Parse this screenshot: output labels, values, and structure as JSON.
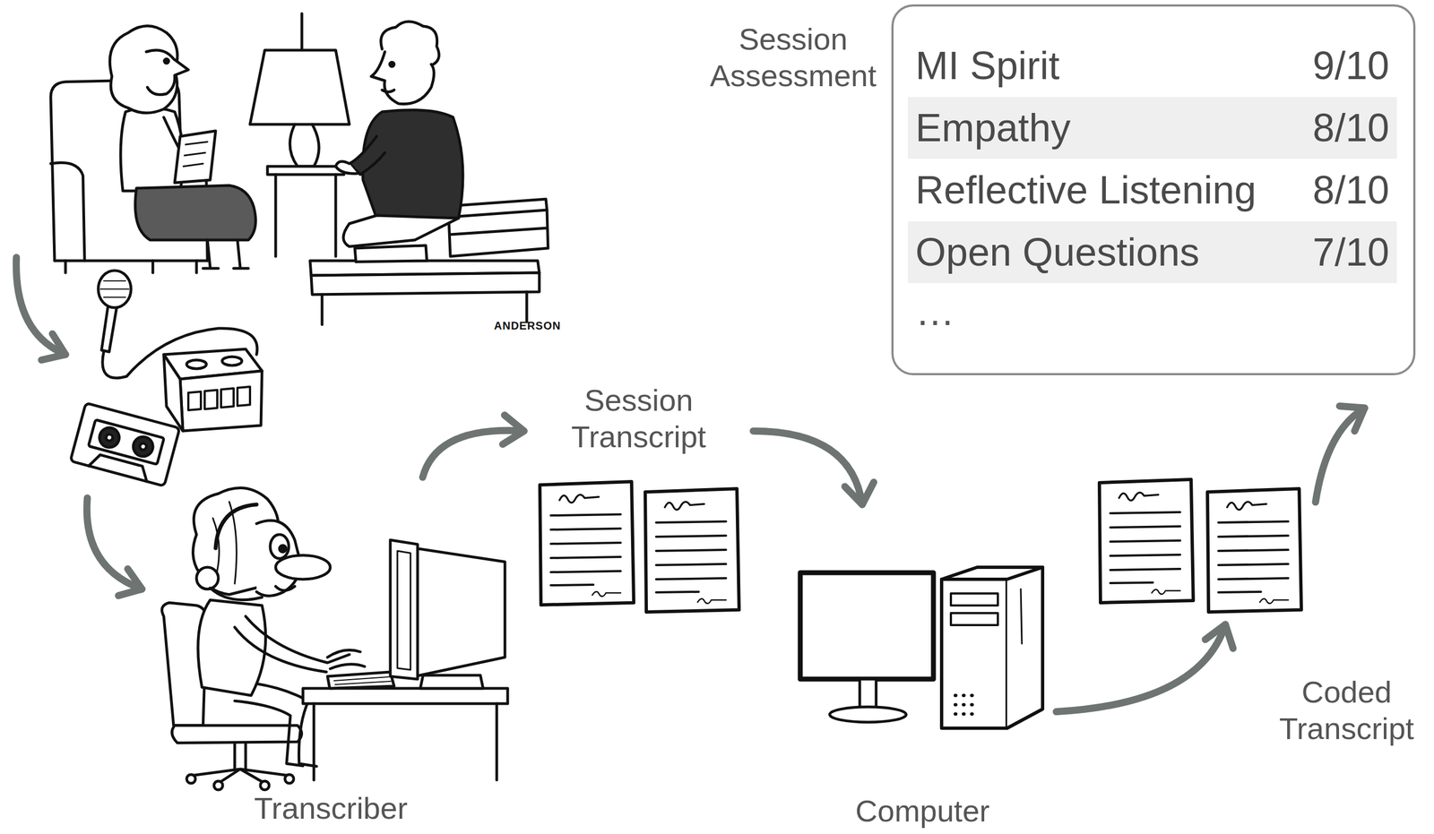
{
  "diagram": {
    "nodes": [
      {
        "text": [
          "Transcriber"
        ]
      },
      {
        "text": [
          "Session Transcript"
        ]
      },
      {
        "text": [
          "Computer"
        ]
      },
      {
        "text": [
          "Coded Transcript"
        ]
      },
      {
        "text": [
          "Session Assessment"
        ]
      },
      {
        "text": [
          "MI Spirit",
          "9/10"
        ],
        "in": 4
      },
      {
        "text": [
          "Empathy",
          "8/10"
        ],
        "in": 4
      },
      {
        "text": [
          "Reflective Listening",
          "8/10"
        ],
        "in": 4
      },
      {
        "text": [
          "Open Questions",
          "7/10"
        ],
        "in": 4
      }
    ],
    "edges": [
      {
        "from": 0,
        "to": 1,
        "arrow": "to"
      },
      {
        "from": 1,
        "to": 2,
        "arrow": "to"
      },
      {
        "from": 2,
        "to": 3,
        "arrow": "to"
      },
      {
        "from": 3,
        "to": 4,
        "arrow": "to"
      }
    ],
    "labels": [
      "ANDERSON",
      "…"
    ]
  }
}
